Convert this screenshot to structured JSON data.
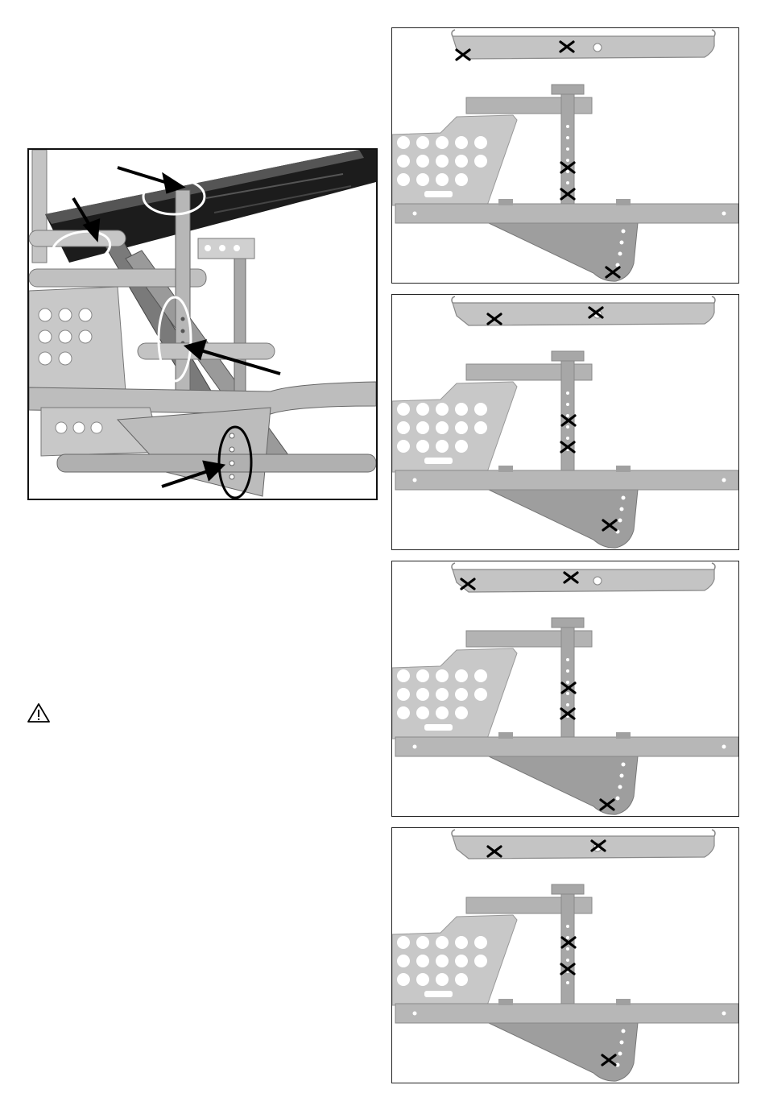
{
  "figures": {
    "main_photo": {
      "icon": "frame-assembly-illustration",
      "callouts": 4
    },
    "panels": [
      {
        "icon": "mount-position-diagram",
        "marks": {
          "tray": [
            "rear-left",
            "center-left"
          ],
          "upright": [
            "upper",
            "lower"
          ],
          "plate": "lowest"
        }
      },
      {
        "icon": "mount-position-diagram",
        "marks": {
          "tray": [
            "second",
            "right-of-hole"
          ],
          "upright": [
            "upper",
            "lower"
          ],
          "plate": "second-lowest"
        }
      },
      {
        "icon": "mount-position-diagram",
        "marks": {
          "tray": [
            "rear-left",
            "center-left"
          ],
          "upright": [
            "middle",
            "lowest"
          ],
          "plate": "lowest"
        }
      },
      {
        "icon": "mount-position-diagram",
        "marks": {
          "tray": [
            "second",
            "right-of-hole"
          ],
          "upright": [
            "middle",
            "lowest"
          ],
          "plate": "second-lowest"
        }
      }
    ]
  },
  "warning": {
    "icon": "warning-triangle-icon"
  },
  "colors": {
    "frame_gray": "#b3b3b3",
    "dark_gray": "#8e8e8e",
    "mark": "#000000",
    "outline": "#222222"
  }
}
